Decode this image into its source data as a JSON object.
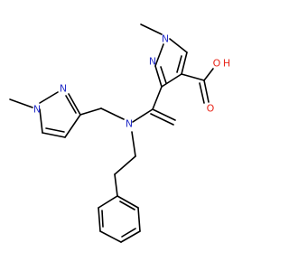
{
  "molecule": {
    "atoms": {
      "n1": "N",
      "n2": "N",
      "n3": "N",
      "n4": "N",
      "n5": "N",
      "o1": "O",
      "o2": "O",
      "h": "H"
    }
  }
}
